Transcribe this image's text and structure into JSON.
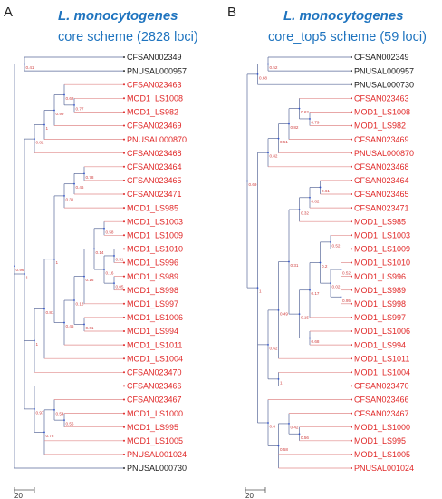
{
  "panels": [
    {
      "letter": "A",
      "species": "L. monocytogenes",
      "scheme": "core scheme (2828 loci)",
      "scale_bar": "20",
      "tree": {
        "s": "0.96",
        "c": [
          {
            "s": "0.41",
            "c": [
              {
                "leaf": "CFSAN002349",
                "color": "black"
              },
              {
                "leaf": "PNUSAL000957",
                "color": "black"
              }
            ]
          },
          {
            "s": "1",
            "c": [
              {
                "s": "0.82",
                "c": [
                  {
                    "s": "1",
                    "c": [
                      {
                        "s": "0.99",
                        "c": [
                          {
                            "s": "0.62",
                            "c": [
                              {
                                "leaf": "CFSAN023463"
                              },
                              {
                                "s": "0.77",
                                "c": [
                                  {
                                    "leaf": "MOD1_LS1008"
                                  },
                                  {
                                    "leaf": "MOD1_LS982"
                                  }
                                ]
                              }
                            ]
                          },
                          {
                            "leaf": "CFSAN023469"
                          }
                        ]
                      },
                      {
                        "leaf": "PNUSAL000870"
                      }
                    ]
                  },
                  {
                    "leaf": "CFSAN023468"
                  }
                ]
              },
              {
                "s": "1",
                "c": [
                  {
                    "s": "0.81",
                    "c": [
                      {
                        "s": "1",
                        "c": [
                          {
                            "s": "0.31",
                            "c": [
                              {
                                "s": "0.46",
                                "c": [
                                  {
                                    "s": "0.78",
                                    "c": [
                                      {
                                        "leaf": "CFSAN023464"
                                      },
                                      {
                                        "leaf": "CFSAN023465"
                                      }
                                    ]
                                  },
                                  {
                                    "leaf": "CFSAN023471"
                                  }
                                ]
                              },
                              {
                                "leaf": "MOD1_LS985"
                              }
                            ]
                          },
                          {
                            "s": "0.45",
                            "c": [
                              {
                                "s": "0.18",
                                "c": [
                                  {
                                    "s": "0.16",
                                    "c": [
                                      {
                                        "s": "0.14",
                                        "c": [
                                          {
                                            "s": "0.58",
                                            "c": [
                                              {
                                                "leaf": "MOD1_LS1003"
                                              },
                                              {
                                                "leaf": "MOD1_LS1009"
                                              }
                                            ]
                                          },
                                          {
                                            "s": "0.16",
                                            "c": [
                                              {
                                                "s": "0.51",
                                                "c": [
                                                  {
                                                    "leaf": "MOD1_LS1010"
                                                  },
                                                  {
                                                    "leaf": "MOD1_LS996"
                                                  }
                                                ]
                                              },
                                              {
                                                "s": "0.05",
                                                "c": [
                                                  {
                                                    "leaf": "MOD1_LS989"
                                                  },
                                                  {
                                                    "leaf": "MOD1_LS998"
                                                  }
                                                ]
                                              }
                                            ]
                                          }
                                        ]
                                      },
                                      {
                                        "leaf": "MOD1_LS997"
                                      }
                                    ]
                                  },
                                  {
                                    "s": "0.61",
                                    "c": [
                                      {
                                        "leaf": "MOD1_LS1006"
                                      },
                                      {
                                        "leaf": "MOD1_LS994"
                                      }
                                    ]
                                  }
                                ]
                              },
                              {
                                "leaf": "MOD1_LS1011"
                              }
                            ]
                          }
                        ]
                      },
                      {
                        "leaf": "MOD1_LS1004"
                      }
                    ]
                  },
                  {
                    "leaf": "CFSAN023470"
                  }
                ]
              },
              {
                "s": "0.97",
                "c": [
                  {
                    "leaf": "CFSAN023466"
                  },
                  {
                    "s": "0.78",
                    "c": [
                      {
                        "s": "0.54",
                        "c": [
                          {
                            "leaf": "CFSAN023467"
                          },
                          {
                            "s": "0.56",
                            "c": [
                              {
                                "leaf": "MOD1_LS1000"
                              },
                              {
                                "leaf": "MOD1_LS995"
                              }
                            ]
                          }
                        ]
                      },
                      {
                        "leaf": "MOD1_LS1005"
                      },
                      {
                        "leaf": "PNUSAL001024"
                      }
                    ]
                  }
                ]
              }
            ]
          },
          {
            "leaf": "PNUSAL000730",
            "color": "black"
          }
        ]
      }
    },
    {
      "letter": "B",
      "species": "L. monocytogenes",
      "scheme": "core_top5 scheme (59 loci)",
      "scale_bar": "20",
      "tree": {
        "s": "0.69",
        "c": [
          {
            "s": "0.68",
            "c": [
              {
                "s": "0.52",
                "c": [
                  {
                    "leaf": "CFSAN002349",
                    "color": "black"
                  },
                  {
                    "leaf": "PNUSAL000957",
                    "color": "black"
                  }
                ]
              },
              {
                "leaf": "PNUSAL000730",
                "color": "black"
              }
            ]
          },
          {
            "s": "1",
            "c": [
              {
                "s": "0.82",
                "c": [
                  {
                    "s": "0.51",
                    "c": [
                      {
                        "s": "0.82",
                        "c": [
                          {
                            "s": "0.62",
                            "c": [
                              {
                                "leaf": "CFSAN023463"
                              },
                              {
                                "s": "0.79",
                                "c": [
                                  {
                                    "leaf": "MOD1_LS1008"
                                  },
                                  {
                                    "leaf": "MOD1_LS982"
                                  }
                                ]
                              }
                            ]
                          },
                          {
                            "leaf": "CFSAN023469"
                          }
                        ]
                      },
                      {
                        "leaf": "PNUSAL000870"
                      }
                    ]
                  },
                  {
                    "leaf": "CFSAN023468"
                  }
                ]
              },
              {
                "s": "0.62",
                "c": [
                  {
                    "s": "0.49",
                    "c": [
                      {
                        "s": "0.31",
                        "c": [
                          {
                            "s": "0.32",
                            "c": [
                              {
                                "s": "0.82",
                                "c": [
                                  {
                                    "s": "0.61",
                                    "c": [
                                      {
                                        "leaf": "CFSAN023464"
                                      },
                                      {
                                        "leaf": "CFSAN023465"
                                      }
                                    ]
                                  },
                                  {
                                    "leaf": "CFSAN023471"
                                  }
                                ]
                              },
                              {
                                "leaf": "MOD1_LS985"
                              }
                            ]
                          },
                          {
                            "s": "0.15",
                            "c": [
                              {
                                "s": "0.17",
                                "c": [
                                  {
                                    "s": "0.2",
                                    "c": [
                                      {
                                        "s": "0.52",
                                        "c": [
                                          {
                                            "leaf": "MOD1_LS1003"
                                          },
                                          {
                                            "leaf": "MOD1_LS1009"
                                          }
                                        ]
                                      },
                                      {
                                        "s": "0.02",
                                        "c": [
                                          {
                                            "s": "0.52",
                                            "c": [
                                              {
                                                "leaf": "MOD1_LS1010"
                                              },
                                              {
                                                "leaf": "MOD1_LS996"
                                              }
                                            ]
                                          },
                                          {
                                            "s": "0.95",
                                            "c": [
                                              {
                                                "leaf": "MOD1_LS989"
                                              },
                                              {
                                                "leaf": "MOD1_LS998"
                                              }
                                            ]
                                          }
                                        ]
                                      }
                                    ]
                                  },
                                  {
                                    "leaf": "MOD1_LS997"
                                  }
                                ]
                              },
                              {
                                "s": "0.68",
                                "c": [
                                  {
                                    "leaf": "MOD1_LS1006"
                                  },
                                  {
                                    "leaf": "MOD1_LS994"
                                  }
                                ]
                              }
                            ]
                          }
                        ]
                      },
                      {
                        "leaf": "MOD1_LS1011"
                      }
                    ]
                  },
                  {
                    "s": "1",
                    "c": [
                      {
                        "leaf": "MOD1_LS1004"
                      },
                      {
                        "leaf": "CFSAN023470"
                      }
                    ]
                  }
                ]
              },
              {
                "s": "0.6",
                "c": [
                  {
                    "leaf": "CFSAN023466"
                  },
                  {
                    "s": "0.58",
                    "c": [
                      {
                        "s": "0.42",
                        "c": [
                          {
                            "leaf": "CFSAN023467"
                          },
                          {
                            "s": "0.56",
                            "c": [
                              {
                                "leaf": "MOD1_LS1000"
                              },
                              {
                                "leaf": "MOD1_LS995"
                              }
                            ]
                          }
                        ]
                      },
                      {
                        "leaf": "MOD1_LS1005"
                      },
                      {
                        "leaf": "PNUSAL001024"
                      }
                    ]
                  }
                ]
              }
            ]
          }
        ]
      }
    }
  ]
}
